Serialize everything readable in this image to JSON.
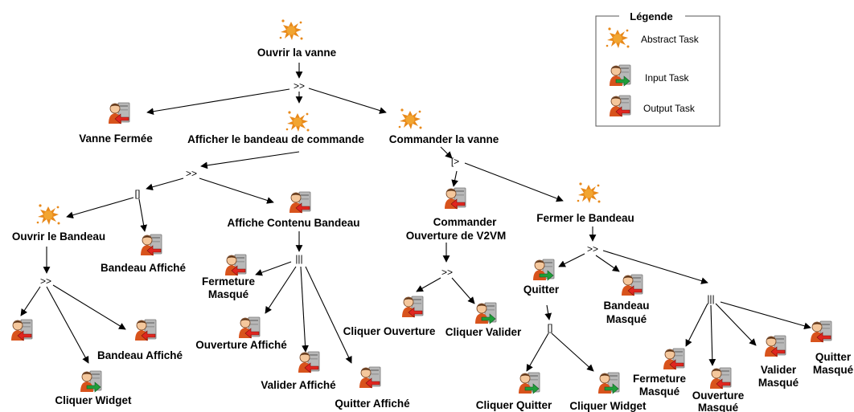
{
  "legend": {
    "title": "Légende",
    "items": [
      {
        "label": "Abstract Task",
        "icon": "abstract-task-icon"
      },
      {
        "label": "Input Task",
        "icon": "input-task-icon"
      },
      {
        "label": "Output Task",
        "icon": "output-task-icon"
      }
    ]
  },
  "colors": {
    "abstract": "#e8891a",
    "input_arrow": "#1f9e3a",
    "output_arrow": "#e0261f",
    "person": "#d8531c",
    "computer": "#b8b8b8"
  },
  "nodes": {
    "root": "Ouvrir la vanne",
    "vanne_fermee": "Vanne Fermée",
    "afficher": "Afficher le bandeau de commande",
    "commander": "Commander  la vanne",
    "ouvrir_bandeau": "Ouvrir le Bandeau",
    "bandeau_affiche_1": "Bandeau Affiché",
    "affiche_contenu": "Affiche Contenu Bandeau",
    "bandeau_affiche_2": "Bandeau Affiché",
    "cliquer_widget_1": "Cliquer Widget",
    "fermeture_masque_1_a": "Fermeture",
    "fermeture_masque_1_b": "Masqué",
    "ouverture_affiche": "Ouverture Affiché",
    "valider_affiche": "Valider Affiché",
    "quitter_affiche": "Quitter Affiché",
    "commander_ouverture_a": "Commander",
    "commander_ouverture_b": "Ouverture de V2VM",
    "cliquer_ouverture": "Cliquer Ouverture",
    "cliquer_valider": "Cliquer Valider",
    "fermer_bandeau": "Fermer le Bandeau",
    "quitter": "Quitter",
    "bandeau_masque_a": "Bandeau",
    "bandeau_masque_b": "Masqué",
    "cliquer_quitter": "Cliquer Quitter",
    "cliquer_widget_2": "Cliquer Widget",
    "fermeture_masque_2_a": "Fermeture",
    "fermeture_masque_2_b": "Masqué",
    "ouverture_masque_a": "Ouverture",
    "ouverture_masque_b": "Masqué",
    "valider_masque_a": "Valider",
    "valider_masque_b": "Masqué",
    "quitter_masque_a": "Quitter",
    "quitter_masque_b": "Masqué"
  },
  "operators": {
    "op_root": ">>",
    "op_commander": "[>",
    "op_afficher": ">>",
    "op_choice_1": "[]",
    "op_ouvrir": ">>",
    "op_contenu": "|||",
    "op_cmd_ouv": ">>",
    "op_fermer": ">>",
    "op_choice_2": "[]",
    "op_masque": "|||"
  }
}
